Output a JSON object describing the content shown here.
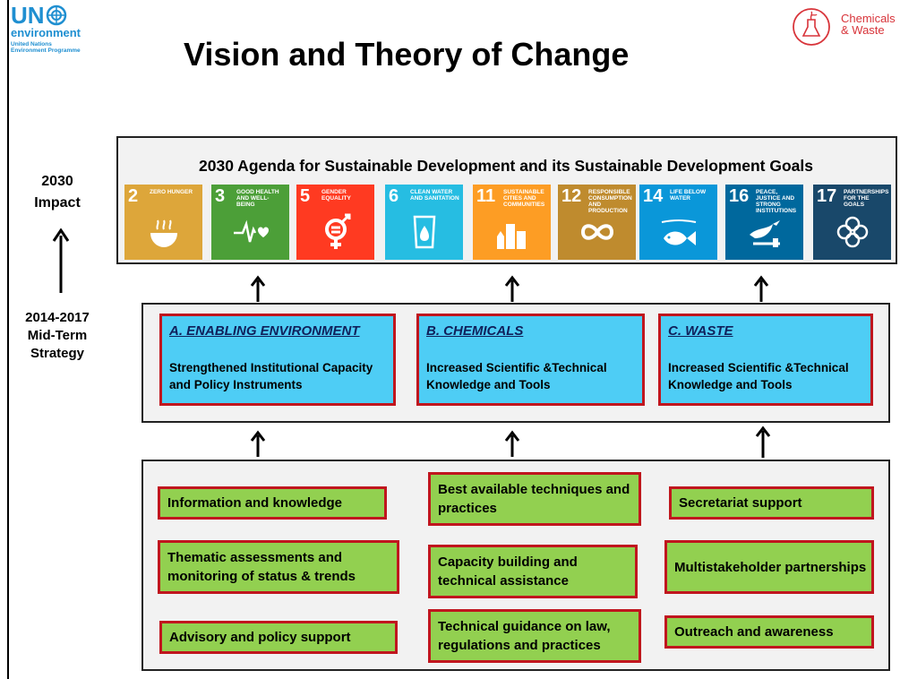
{
  "header": {
    "title": "Vision and Theory of Change",
    "un_logo": {
      "un": "UN",
      "env": "environment",
      "line1": "United Nations",
      "line2": "Environment Programme"
    },
    "cw_logo": {
      "line1": "Chemicals",
      "line2": "& Waste"
    }
  },
  "left_labels": {
    "impact_year": "2030",
    "impact": "Impact",
    "strategy_years": "2014-2017",
    "strategy_line1": "Mid-Term",
    "strategy_line2": "Strategy"
  },
  "agenda": {
    "title": "2030 Agenda for Sustainable Development and its Sustainable Development Goals",
    "goals": [
      {
        "num": "2",
        "text": "Zero Hunger",
        "color": "#dda63a",
        "icon": "bowl-icon"
      },
      {
        "num": "3",
        "text": "Good Health and Well-Being",
        "color": "#4c9f38",
        "icon": "heartbeat-icon"
      },
      {
        "num": "5",
        "text": "Gender Equality",
        "color": "#ff3a21",
        "icon": "gender-icon"
      },
      {
        "num": "6",
        "text": "Clean Water and Sanitation",
        "color": "#26bde2",
        "icon": "water-drop-icon"
      },
      {
        "num": "11",
        "text": "Sustainable Cities and Communities",
        "color": "#fd9d24",
        "icon": "city-icon"
      },
      {
        "num": "12",
        "text": "Responsible Consumption and Production",
        "color": "#bf8b2e",
        "icon": "infinity-icon"
      },
      {
        "num": "14",
        "text": "Life Below Water",
        "color": "#0a97d9",
        "icon": "fish-icon"
      },
      {
        "num": "16",
        "text": "Peace, Justice and Strong Institutions",
        "color": "#00689d",
        "icon": "dove-icon"
      },
      {
        "num": "17",
        "text": "Partnerships for the Goals",
        "color": "#19486a",
        "icon": "flower-icon"
      }
    ]
  },
  "outcomes": [
    {
      "heading": "A. ENABLING ENVIRONMENT",
      "body": "Strengthened Institutional Capacity and Policy Instruments"
    },
    {
      "heading": "B. CHEMICALS",
      "body": "Increased Scientific &Technical Knowledge and Tools"
    },
    {
      "heading": "C. WASTE",
      "body": "Increased Scientific &Technical Knowledge and Tools"
    }
  ],
  "outputs": [
    "Information and knowledge",
    "Best available techniques and practices",
    "Secretariat support",
    "Thematic assessments and monitoring of status & trends",
    "Capacity building and technical assistance",
    "Multistakeholder partnerships",
    "Advisory and policy support",
    "Technical guidance on law, regulations and practices",
    "Outreach and awareness"
  ]
}
